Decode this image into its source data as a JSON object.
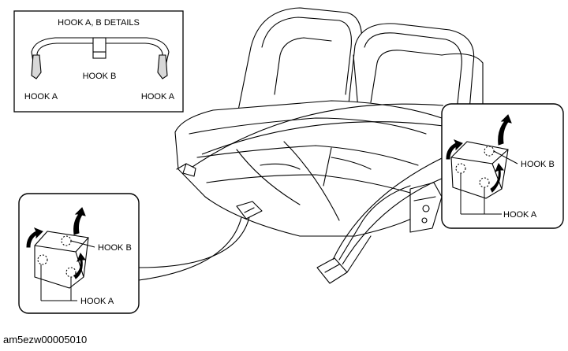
{
  "details_box": {
    "title": "HOOK A, B DETAILS",
    "hook_a_left": "HOOK A",
    "hook_b": "HOOK B",
    "hook_a_right": "HOOK A"
  },
  "callout_left": {
    "hook_b": "HOOK B",
    "hook_a": "HOOK A"
  },
  "callout_right": {
    "hook_b": "HOOK B",
    "hook_a": "HOOK A"
  },
  "figure_id": "am5ezw00005010",
  "colors": {
    "line": "#000000",
    "background": "#ffffff",
    "shade": "#d8d8d8"
  },
  "icons": [
    "curved-arrow-icon",
    "hook-clip-icon",
    "seat-illustration"
  ]
}
